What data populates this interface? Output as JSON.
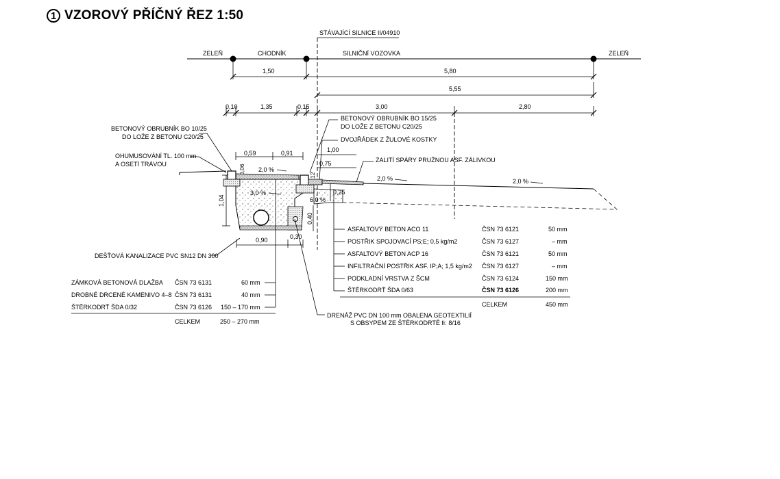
{
  "title": {
    "number": "1",
    "text": "VZOROVÝ PŘÍČNÝ ŘEZ  1:50"
  },
  "top_labels": {
    "existing_road": "STÁVAJÍCÍ SILNICE II/04910",
    "green_left": "ZELEŇ",
    "sidewalk": "CHODNÍK",
    "roadway": "SILNIČNÍ VOZOVKA",
    "green_right": "ZELEŇ"
  },
  "dims": {
    "d_150": "1,50",
    "d_580": "5,80",
    "d_555": "5,55",
    "d_010": "0,10",
    "d_135": "1,35",
    "d_015": "0,15",
    "d_300": "3,00",
    "d_280": "2,80",
    "d_059": "0,59",
    "d_091": "0,91",
    "d_100": "1,00",
    "d_075": "0,75",
    "d_025": "0,25",
    "d_006": "0,06",
    "d_012": "0,12",
    "d_104": "1,04",
    "d_040": "0,40",
    "d_090": "0,90",
    "d_030": "0,30"
  },
  "slopes": {
    "s1": "2,0 %",
    "s2": "3,0 %",
    "s3": "6,0 %",
    "s4": "2,0 %",
    "s5": "2,0 %"
  },
  "notes": {
    "curb_left_1": "BETONOVÝ OBRUBNÍK BO 10/25",
    "curb_left_2": "DO LOŽE Z BETONU C20/25",
    "topsoil_1": "OHUMUSOVÁNÍ TL. 100 mm",
    "topsoil_2": "A OSETÍ TRÁVOU",
    "curb_right_1": "BETONOVÝ OBRUBNÍK BO 15/25",
    "curb_right_2": "DO LOŽE Z BETONU C20/25",
    "double_row": "DVOJŘÁDEK Z ŽULOVÉ KOSTKY",
    "joint_seal": "ZALITÍ SPÁRY PRUŽNOU ASF. ZÁLIVKOU",
    "rain_sewer": "DEŠŤOVÁ KANALIZACE PVC SN12 DN 300",
    "drain_1": "DRENÁŽ PVC DN 100 mm OBALENA GEOTEXTILIÍ",
    "drain_2": "S OBSYPEM ZE ŠTĚRKODRTĚ fr. 8/16"
  },
  "sidewalk_layers": [
    {
      "name": "ZÁMKOVÁ BETONOVÁ DLAŽBA",
      "norm": "ČSN 73 6131",
      "thickness": "60 mm"
    },
    {
      "name": "DROBNÉ DRCENÉ KAMENIVO  4–8",
      "norm": "ČSN 73 6131",
      "thickness": "40 mm"
    },
    {
      "name": "ŠTĚRKODRŤ  ŠDA 0/32",
      "norm": "ČSN 73 6126",
      "thickness": "150 – 170 mm"
    }
  ],
  "sidewalk_total": {
    "label": "CELKEM",
    "value": "250 – 270 mm"
  },
  "road_layers": [
    {
      "name": "ASFALTOVÝ BETON   ACO 11",
      "norm": "ČSN 73 6121",
      "thickness": "50 mm"
    },
    {
      "name": "POSTŘIK SPOJOVACÍ  PS;E; 0,5 kg/m2",
      "norm": "ČSN 73 6127",
      "thickness": "– mm"
    },
    {
      "name": "ASFALTOVÝ BETON   ACP 16",
      "norm": "ČSN 73 6121",
      "thickness": "50 mm"
    },
    {
      "name": "INFILTRAČNÍ POSTŘIK ASF. IP;A; 1,5 kg/m2",
      "norm": "ČSN 73 6127",
      "thickness": "– mm"
    },
    {
      "name": "PODKLADNÍ VRSTVA Z ŠCM",
      "norm": "ČSN 73 6124",
      "thickness": "150 mm"
    },
    {
      "name": "ŠTĚRKODRŤ  ŠDA 0/63",
      "norm": "ČSN 73 6126",
      "thickness": "200 mm"
    }
  ],
  "road_total": {
    "label": "CELKEM",
    "value": "450 mm"
  }
}
